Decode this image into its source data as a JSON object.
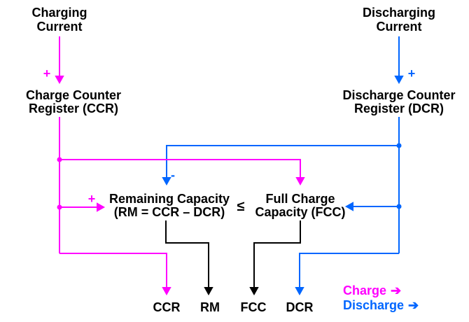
{
  "colors": {
    "charge": "#ff00ff",
    "discharge": "#0066ff",
    "neutral": "#000000",
    "background": "#ffffff"
  },
  "nodes": {
    "charging_current": [
      "Charging",
      "Current"
    ],
    "discharging_current": [
      "Discharging",
      "Current"
    ],
    "charge_counter": [
      "Charge Counter",
      "Register (CCR)"
    ],
    "discharge_counter": [
      "Discharge Counter",
      "Register (DCR)"
    ],
    "remaining_capacity": [
      "Remaining Capacity",
      "(RM = CCR – DCR)"
    ],
    "full_charge_capacity": [
      "Full Charge",
      "Capacity (FCC)"
    ],
    "comparator": "≤"
  },
  "signs": {
    "charge_in_plus": "+",
    "discharge_in_plus": "+",
    "remaining_plus": "+",
    "remaining_minus": "-"
  },
  "outputs": [
    "CCR",
    "RM",
    "FCC",
    "DCR"
  ],
  "legend": {
    "charge": {
      "label": "Charge",
      "arrow": "➔"
    },
    "discharge": {
      "label": "Discharge",
      "arrow": "➔"
    }
  }
}
